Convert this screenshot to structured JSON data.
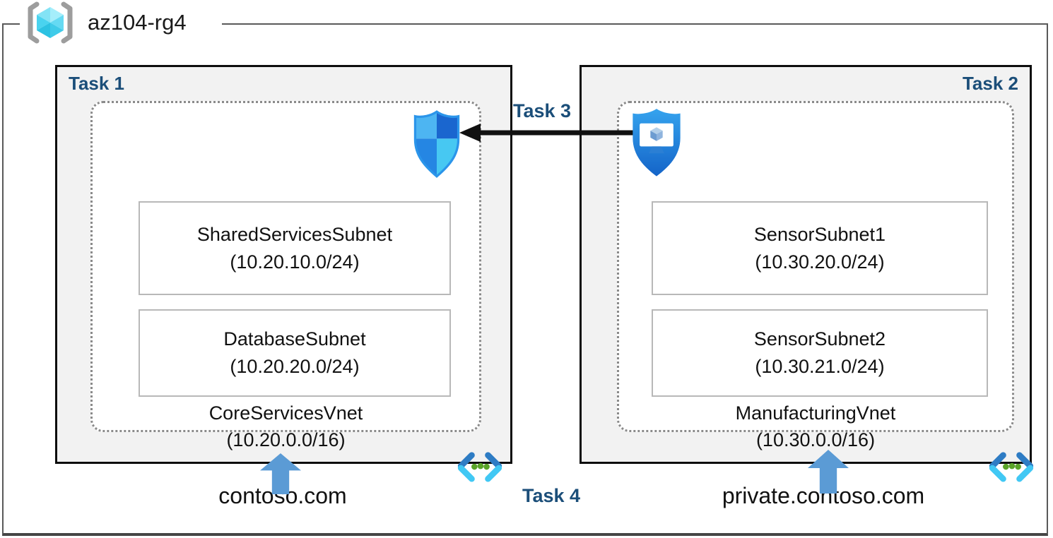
{
  "header": {
    "title": "az104-rg4"
  },
  "left_box": {
    "task_label": "Task 1",
    "vnet_name": "CoreServicesVnet",
    "vnet_cidr": "(10.20.0.0/16)",
    "subnets": [
      {
        "name": "SharedServicesSubnet",
        "cidr": "(10.20.10.0/24)"
      },
      {
        "name": "DatabaseSubnet",
        "cidr": "(10.20.20.0/24)"
      }
    ],
    "dns_label": "contoso.com"
  },
  "right_box": {
    "task_label": "Task 2",
    "vnet_name": "ManufacturingVnet",
    "vnet_cidr": "(10.30.0.0/16)",
    "subnets": [
      {
        "name": "SensorSubnet1",
        "cidr": "(10.30.20.0/24)"
      },
      {
        "name": "SensorSubnet2",
        "cidr": "(10.30.21.0/24)"
      }
    ],
    "dns_label": "private.contoso.com"
  },
  "annotations": {
    "task3_label": "Task 3",
    "task4_label": "Task 4"
  },
  "icons": {
    "resource_group": "resource-group-icon",
    "nsg": "network-security-group-shield-icon",
    "bastion": "bastion-shield-monitor-icon",
    "vnet": "virtual-network-icon",
    "peering_arrow": "black-left-arrow",
    "dns_arrow": "blue-up-arrow"
  },
  "colors": {
    "task_label_navy": "#1b4e79",
    "dns_arrow_blue": "#5b9bd5",
    "box_fill": "#f2f2f2",
    "box_border": "#0d0d0d",
    "outer_border": "#595959",
    "dashed_border": "#8a8a8a",
    "subnet_border": "#b8b8b8",
    "arrow_black": "#111111"
  }
}
